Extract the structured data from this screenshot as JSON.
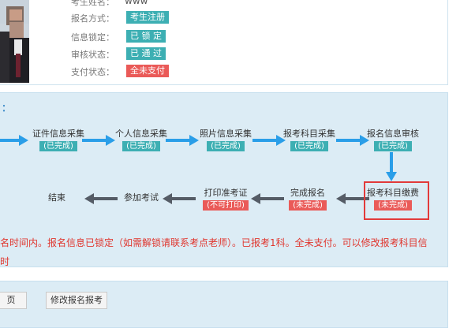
{
  "profile": {
    "name_label": "考生姓名：",
    "name_value": "www",
    "rows": [
      {
        "label": "报名方式：",
        "value": "考生注册",
        "color": "#3dafb3"
      },
      {
        "label": "信息锁定：",
        "value": "已 锁 定",
        "color": "#3dafb3"
      },
      {
        "label": "审核状态：",
        "value": "已 通 过",
        "color": "#3dafb3"
      },
      {
        "label": "支付状态：",
        "value": "全未支付",
        "color": "#ea5a58"
      }
    ]
  },
  "flow": {
    "title_suffix": "：",
    "row1": [
      {
        "title": "证件信息采集",
        "status": "(已完成)"
      },
      {
        "title": "个人信息采集",
        "status": "(已完成)"
      },
      {
        "title": "照片信息采集",
        "status": "(已完成)"
      },
      {
        "title": "报考科目采集",
        "status": "(已完成)"
      },
      {
        "title": "报名信息审核",
        "status": "(已完成)"
      }
    ],
    "row2": [
      {
        "title": "报考科目缴费",
        "status": "(未完成)"
      },
      {
        "title": "完成报名",
        "status": "(未完成)"
      },
      {
        "title": "打印准考证",
        "status": "(不可打印)"
      },
      {
        "title": "参加考试",
        "status": ""
      },
      {
        "title": "结束",
        "status": ""
      }
    ],
    "colors": {
      "done": "#3dafb3",
      "pending": "#ea5a58",
      "arrow_blue": "#2a9ee8",
      "arrow_gray": "#555c66"
    }
  },
  "message": {
    "line1": "名时间内。报名信息已锁定（如需解锁请联系考点老师）。已报考1科。全未支付。可以修改报考科目信",
    "line2": "时"
  },
  "buttons": {
    "home": "页",
    "modify": "修改报名报考"
  }
}
